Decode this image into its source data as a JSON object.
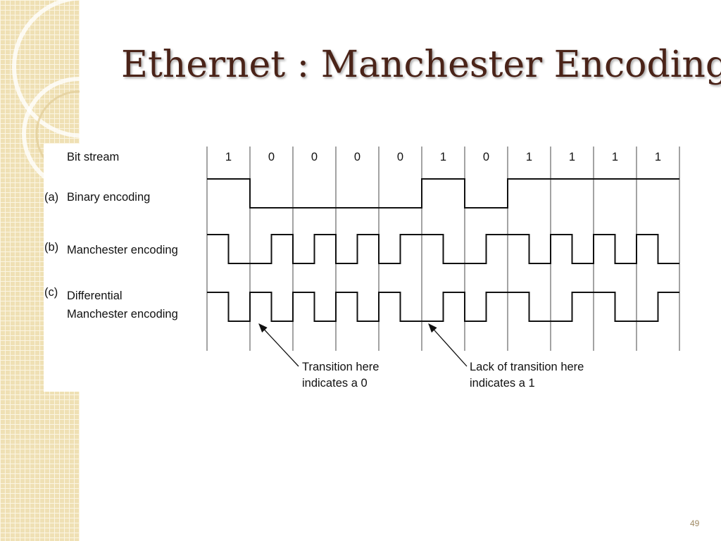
{
  "slide": {
    "title": "Ethernet : Manchester Encoding",
    "page_number": "49",
    "colors": {
      "title": "#4a2318",
      "sidebar": "#efe0b4",
      "sidebar_grid": "#fbf5e2",
      "page_number": "#a08a64"
    }
  },
  "diagram": {
    "bit_stream_label": "Bit stream",
    "bits": [
      "1",
      "0",
      "0",
      "0",
      "0",
      "1",
      "0",
      "1",
      "1",
      "1",
      "1"
    ],
    "rows": [
      {
        "tag": "(a)",
        "lines": [
          "Binary encoding"
        ]
      },
      {
        "tag": "(b)",
        "lines": [
          "Manchester encoding"
        ]
      },
      {
        "tag": "(c)",
        "lines": [
          "Differential",
          "Manchester encoding"
        ]
      }
    ],
    "annotations": {
      "transition": [
        "Transition here",
        "indicates a 0"
      ],
      "no_transition": [
        "Lack of transition here",
        "indicates a 1"
      ]
    }
  }
}
